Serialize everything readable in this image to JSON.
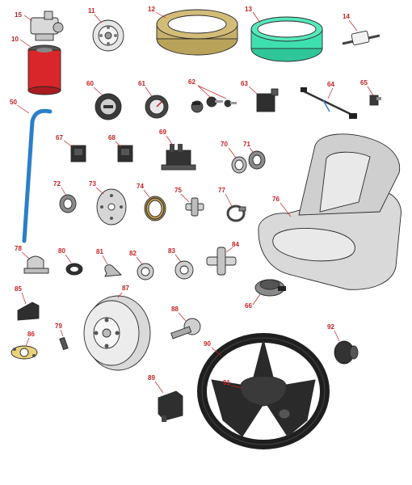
{
  "colors": {
    "callout": "#c62020",
    "filter_red": "#d9262b",
    "hose_blue": "#2a7fc9",
    "filter_green": "#3fe0b0",
    "filter_tan": "#b9a25a",
    "dark_part": "#2f2f2f",
    "light_part": "#d9d9d9"
  },
  "parts": [
    {
      "id": "p15",
      "num": "15",
      "icon": "fuel-filter-head-icon"
    },
    {
      "id": "p10",
      "num": "10",
      "icon": "fuel-filter-canister-icon"
    },
    {
      "id": "p11",
      "num": "11",
      "icon": "oil-filter-icon"
    },
    {
      "id": "p12",
      "num": "12",
      "icon": "air-filter-element-icon"
    },
    {
      "id": "p13",
      "num": "13",
      "icon": "air-filter-prefilter-icon"
    },
    {
      "id": "p14",
      "num": "14",
      "icon": "inline-fuel-filter-icon"
    },
    {
      "id": "p50",
      "num": "50",
      "icon": "fuel-hose-icon"
    },
    {
      "id": "p60",
      "num": "60",
      "icon": "hour-meter-icon"
    },
    {
      "id": "p61",
      "num": "61",
      "icon": "fuel-gauge-icon"
    },
    {
      "id": "p62",
      "num": "62",
      "icon": "ignition-switch-keys-icon"
    },
    {
      "id": "p63",
      "num": "63",
      "icon": "relay-icon"
    },
    {
      "id": "p64",
      "num": "64",
      "icon": "wire-harness-icon"
    },
    {
      "id": "p65",
      "num": "65",
      "icon": "switch-plunger-icon"
    },
    {
      "id": "p67",
      "num": "67",
      "icon": "rocker-switch-icon"
    },
    {
      "id": "p68",
      "num": "68",
      "icon": "rocker-switch-icon"
    },
    {
      "id": "p69",
      "num": "69",
      "icon": "distributor-cap-icon"
    },
    {
      "id": "p70",
      "num": "70",
      "icon": "bearing-race-icon"
    },
    {
      "id": "p71",
      "num": "71",
      "icon": "tapered-bearing-icon"
    },
    {
      "id": "p72",
      "num": "72",
      "icon": "tapered-bearing-icon"
    },
    {
      "id": "p73",
      "num": "73",
      "icon": "hub-plate-icon"
    },
    {
      "id": "p74",
      "num": "74",
      "icon": "oil-seal-icon"
    },
    {
      "id": "p75",
      "num": "75",
      "icon": "u-joint-icon"
    },
    {
      "id": "p77",
      "num": "77",
      "icon": "hose-clamp-icon"
    },
    {
      "id": "p76",
      "num": "76",
      "icon": "seat-icon"
    },
    {
      "id": "p78",
      "num": "78",
      "icon": "muffler-clamp-icon"
    },
    {
      "id": "p80",
      "num": "80",
      "icon": "grommet-icon"
    },
    {
      "id": "p81",
      "num": "81",
      "icon": "p-clamp-icon"
    },
    {
      "id": "p82",
      "num": "82",
      "icon": "ball-bearing-icon"
    },
    {
      "id": "p83",
      "num": "83",
      "icon": "ball-bearing-icon"
    },
    {
      "id": "p84",
      "num": "84",
      "icon": "cross-u-joint-icon"
    },
    {
      "id": "p85",
      "num": "85",
      "icon": "bumper-block-icon"
    },
    {
      "id": "p86",
      "num": "86",
      "icon": "spindle-bracket-icon"
    },
    {
      "id": "p87",
      "num": "87",
      "icon": "brake-drum-icon"
    },
    {
      "id": "p66",
      "num": "66",
      "icon": "seat-switch-icon"
    },
    {
      "id": "p88",
      "num": "88",
      "icon": "ball-joint-icon"
    },
    {
      "id": "p79",
      "num": "79",
      "icon": "wheel-stud-icon"
    },
    {
      "id": "p92",
      "num": "92",
      "icon": "rubber-isolator-icon"
    },
    {
      "id": "p90",
      "num": "90",
      "icon": "steering-wheel-icon"
    },
    {
      "id": "p91",
      "num": "91",
      "icon": "steering-wheel-cap-icon"
    },
    {
      "id": "p89",
      "num": "89",
      "icon": "steering-cover-icon"
    }
  ]
}
